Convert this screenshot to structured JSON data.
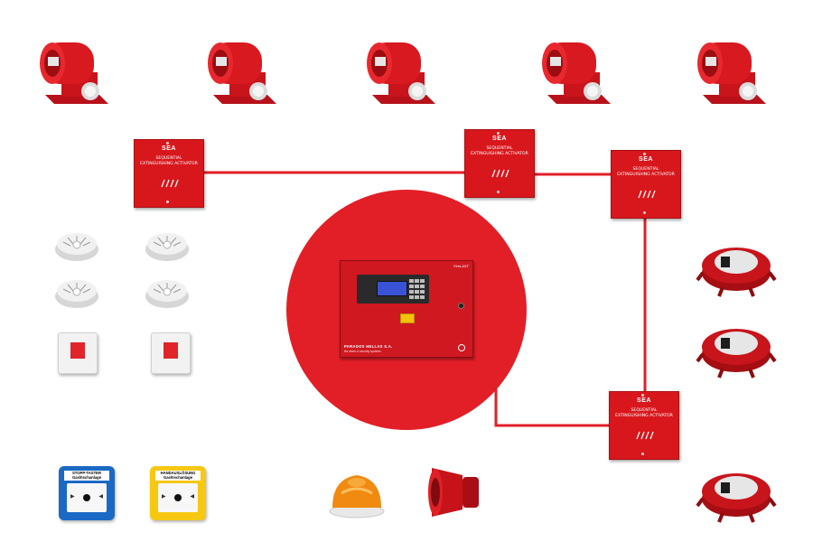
{
  "actuator": {
    "logo": "SEA",
    "label_line1": "SEQUENTIAL",
    "label_line2": "EXTINGUISHING ACTIVATOR"
  },
  "panel": {
    "brand_small": "FireLAST",
    "brand": "PARADOX HELLAS S.A.",
    "tagline": "fire alarm & security systems"
  },
  "buttons": {
    "blue_label_line1": "STOPP-TASTER",
    "blue_label_line2": "Gaslöschanlage",
    "yellow_label_line1": "HANDAUSLÖSUNG",
    "yellow_label_line2": "Gaslöschanlage"
  },
  "colors": {
    "wire": "#e21f27",
    "panel_red": "#cf1820",
    "lcd_blue": "#3a53d6",
    "blue_button": "#1a69c4",
    "yellow_button": "#f6c812",
    "beacon_amber": "#f08a10"
  },
  "icons": {
    "generator": "extinguishing-generator-icon",
    "detector": "smoke-detector-icon",
    "beacon": "amber-beacon-icon",
    "sounder": "sounder-icon",
    "disc": "aerosol-generator-icon"
  }
}
